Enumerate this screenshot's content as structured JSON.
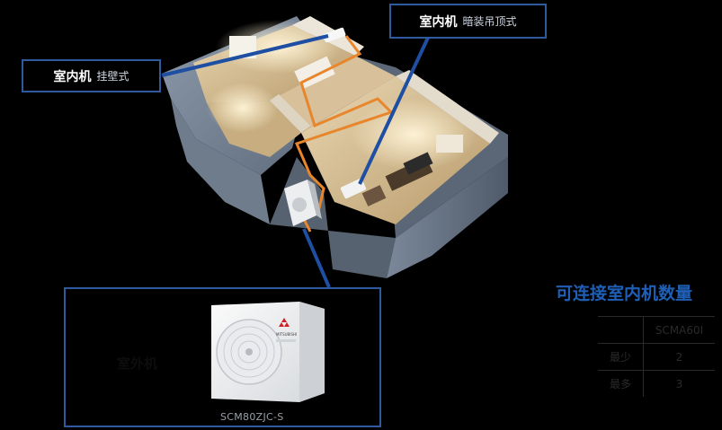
{
  "callouts": {
    "wall": {
      "main": "室内机",
      "sub": "挂壁式"
    },
    "ceiling": {
      "main": "室内机",
      "sub": "暗装吊顶式"
    }
  },
  "outdoor": {
    "label": "室外机",
    "model": "SCM80ZJC-S",
    "brand": "MITSUBISHI"
  },
  "capacity": {
    "title": "可连接室内机数量",
    "header": [
      "",
      "SCMA60I"
    ],
    "rows": [
      {
        "label": "最少",
        "value": "2"
      },
      {
        "label": "最多",
        "value": "3"
      }
    ]
  },
  "colors": {
    "accent": "#2f5a9e",
    "title": "#1f5fb5",
    "pipe": "#e8862b"
  },
  "icons": [
    "mitsubishi-logo-icon",
    "fan-grille-icon"
  ]
}
